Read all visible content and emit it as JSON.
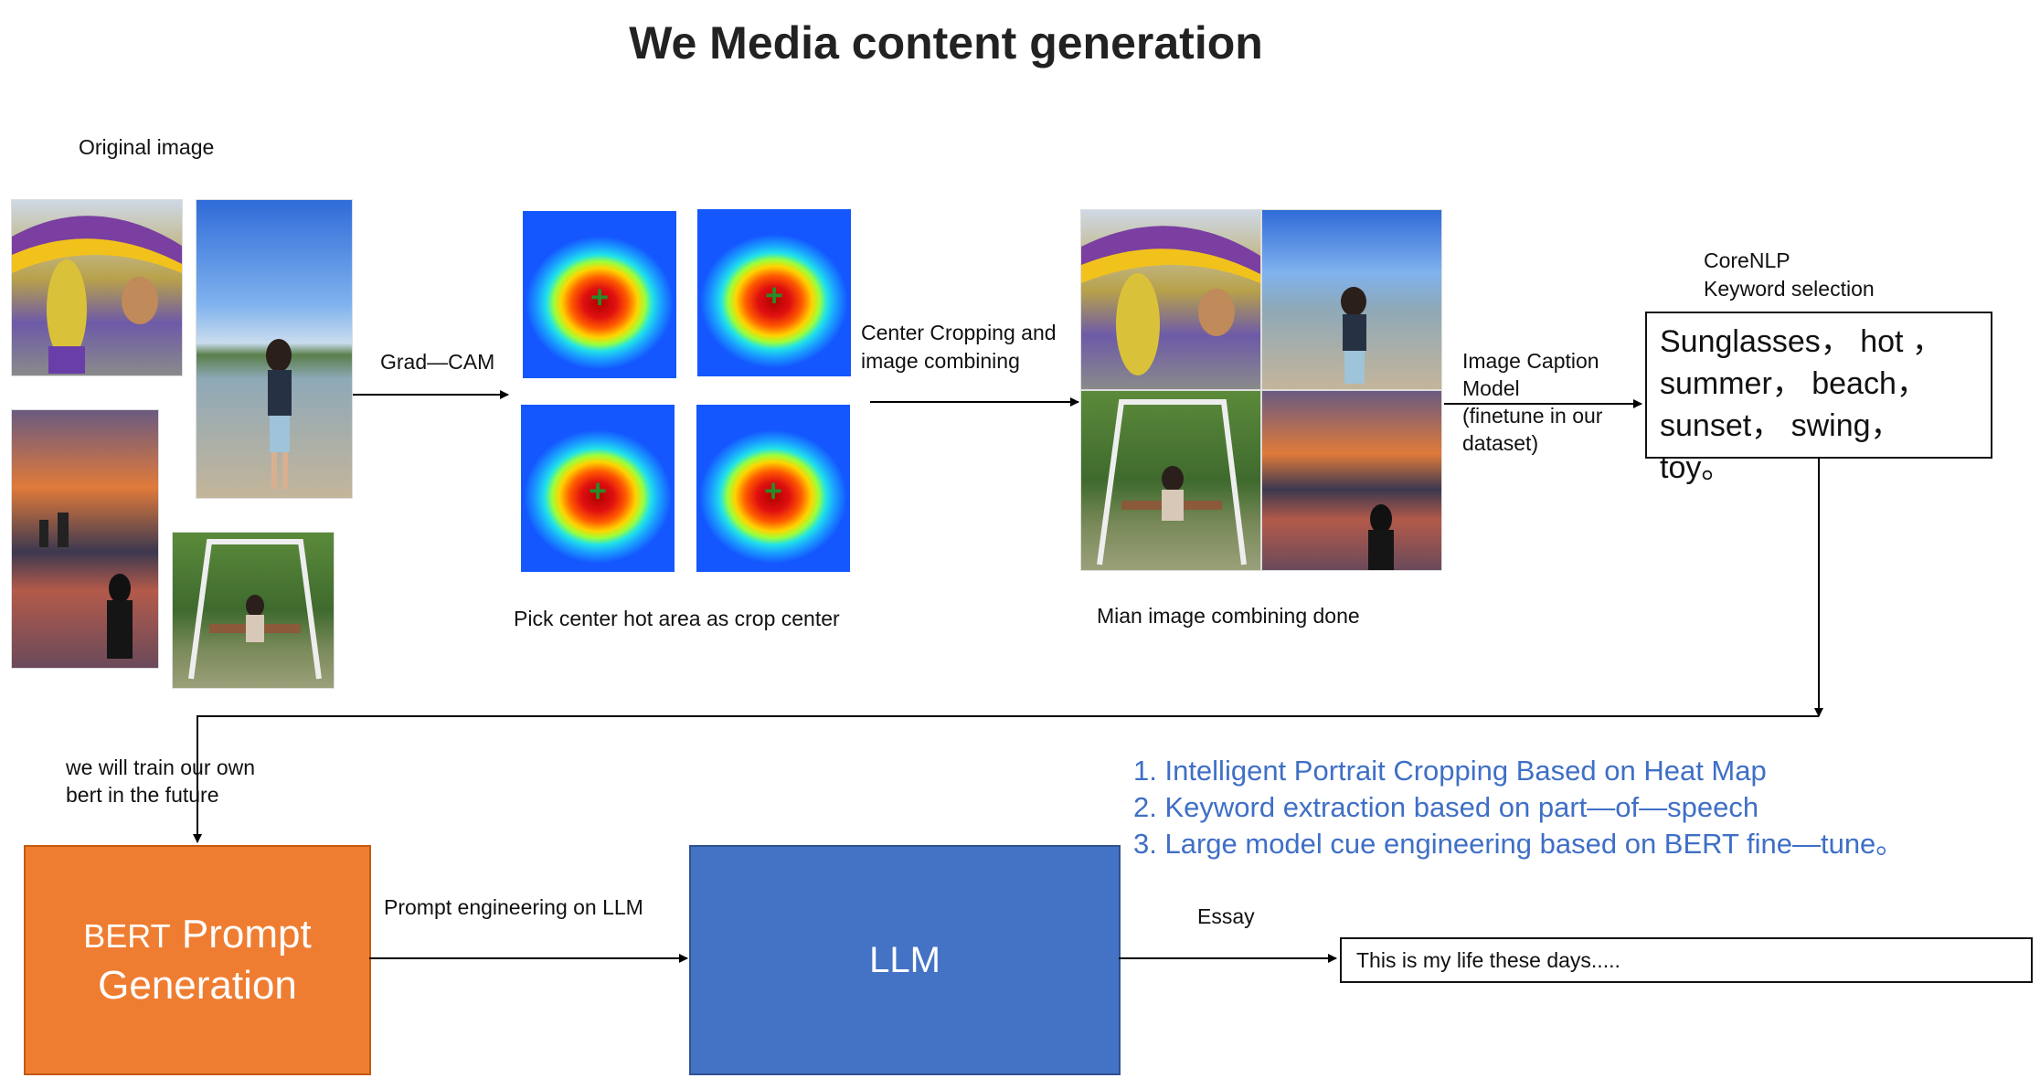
{
  "title": "We Media content generation",
  "labels": {
    "original_image": "Original image",
    "grad_cam": "Grad—CAM",
    "pick_center": "Pick  center  hot  area  as  crop  center",
    "center_cropping_l1": "Center  Cropping  and",
    "center_cropping_l2": "image  combining",
    "combining_done": "Mian  image  combining  done",
    "caption_l1": "Image  Caption",
    "caption_l2": "Model",
    "caption_l3": "(finetune  in  our",
    "caption_l4": "dataset)",
    "corenlp": "CoreNLP",
    "keyword_selection": "Keyword  selection",
    "train_bert_l1": "we  will  train  our  own",
    "train_bert_l2": "bert  in  the  future",
    "prompt_engineering": "Prompt  engineering  on  LLM",
    "essay": "Essay"
  },
  "keywords": {
    "line1": "Sunglasses， hot ，",
    "line2": "summer， beach，",
    "line3": "sunset， swing， toy。"
  },
  "bert_box": {
    "line1_prefix": "BERT",
    "line1_rest": "Prompt",
    "line2": "Generation"
  },
  "llm_box": {
    "label": "LLM"
  },
  "essay_output": "This  is  my  life  these  days.....",
  "notes": [
    "1.    Intelligent  Portrait  Cropping  Based  on  Heat  Map",
    "2.    Keyword  extraction  based  on  part—of—speech",
    "3.    Large  model  cue  engineering  based  on  BERT  fine—tune。"
  ],
  "colors": {
    "bert_box": "#ef7d31",
    "llm_box": "#4472c4",
    "notes_text": "#3f6fc6"
  }
}
